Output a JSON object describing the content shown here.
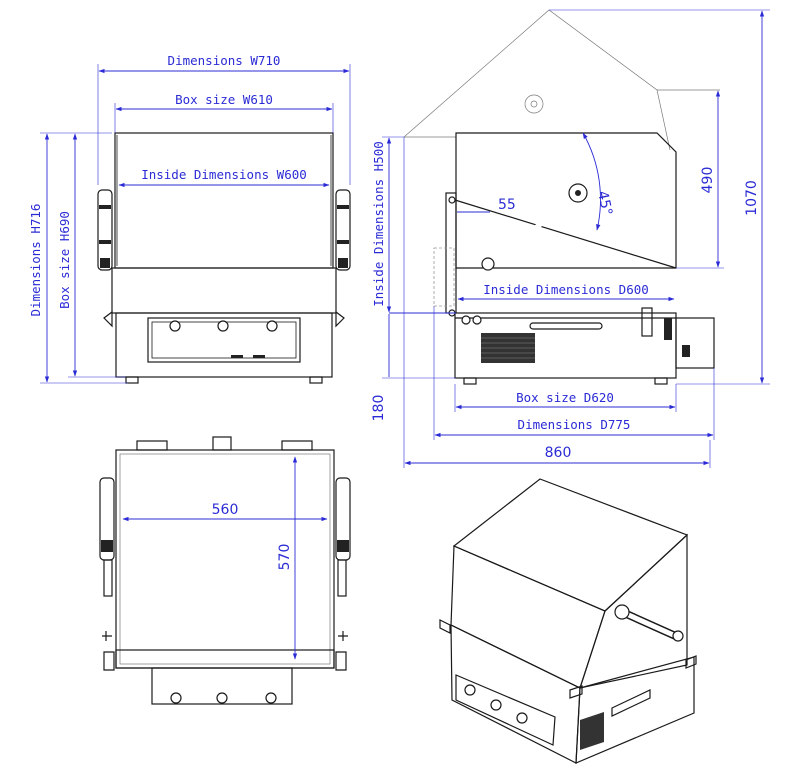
{
  "front_view": {
    "dimensions_width": "Dimensions W710",
    "box_width": "Box size W610",
    "inside_width": "Inside Dimensions W600",
    "dimensions_height": "Dimensions H716",
    "box_height": "Box size H690"
  },
  "side_view": {
    "inside_height": "Inside Dimensions H500",
    "offset_55": "55",
    "angle": "45°",
    "lid_drop": "490",
    "total_height_open": "1070",
    "inside_depth": "Inside Dimensions D600",
    "leg_height": "180",
    "box_depth": "Box size D620",
    "dimensions_depth": "Dimensions D775",
    "total_depth": "860"
  },
  "top_view": {
    "width": "560",
    "depth": "570"
  },
  "colors": {
    "dimension": "#2b2bd6",
    "line": "#1a1a1a"
  }
}
